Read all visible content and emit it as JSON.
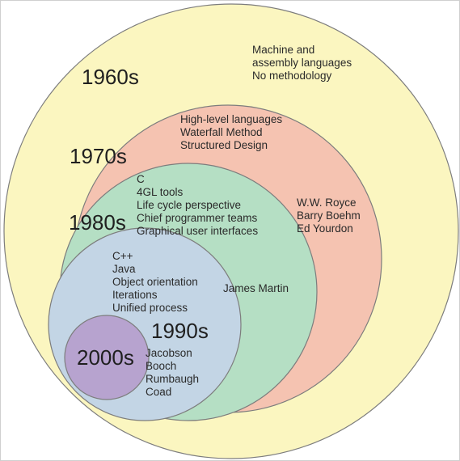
{
  "colors": {
    "circle_1960s": "#fbf6c0",
    "circle_1970s": "#f5c3b1",
    "circle_1980s": "#b5dfc4",
    "circle_1990s": "#c3d5e5",
    "circle_2000s": "#b7a3cf",
    "stroke": "#7d7d7d"
  },
  "decades": {
    "d1960": {
      "label": "1960s",
      "items": [
        "Machine and",
        "assembly languages",
        "No methodology"
      ]
    },
    "d1970": {
      "label": "1970s",
      "items": [
        "High-level languages",
        "Waterfall Method",
        "Structured Design"
      ],
      "people": [
        "W.W. Royce",
        "Barry Boehm",
        "Ed Yourdon"
      ]
    },
    "d1980": {
      "label": "1980s",
      "items": [
        "C",
        "4GL tools",
        "Life cycle perspective",
        "Chief programmer teams",
        "Graphical user interfaces"
      ],
      "people": [
        "James Martin"
      ]
    },
    "d1990": {
      "label": "1990s",
      "items": [
        "C++",
        "Java",
        "Object orientation",
        "Iterations",
        "Unified process"
      ],
      "people": [
        "Jacobson",
        "Booch",
        "Rumbaugh",
        "Coad"
      ]
    },
    "d2000": {
      "label": "2000s"
    }
  }
}
